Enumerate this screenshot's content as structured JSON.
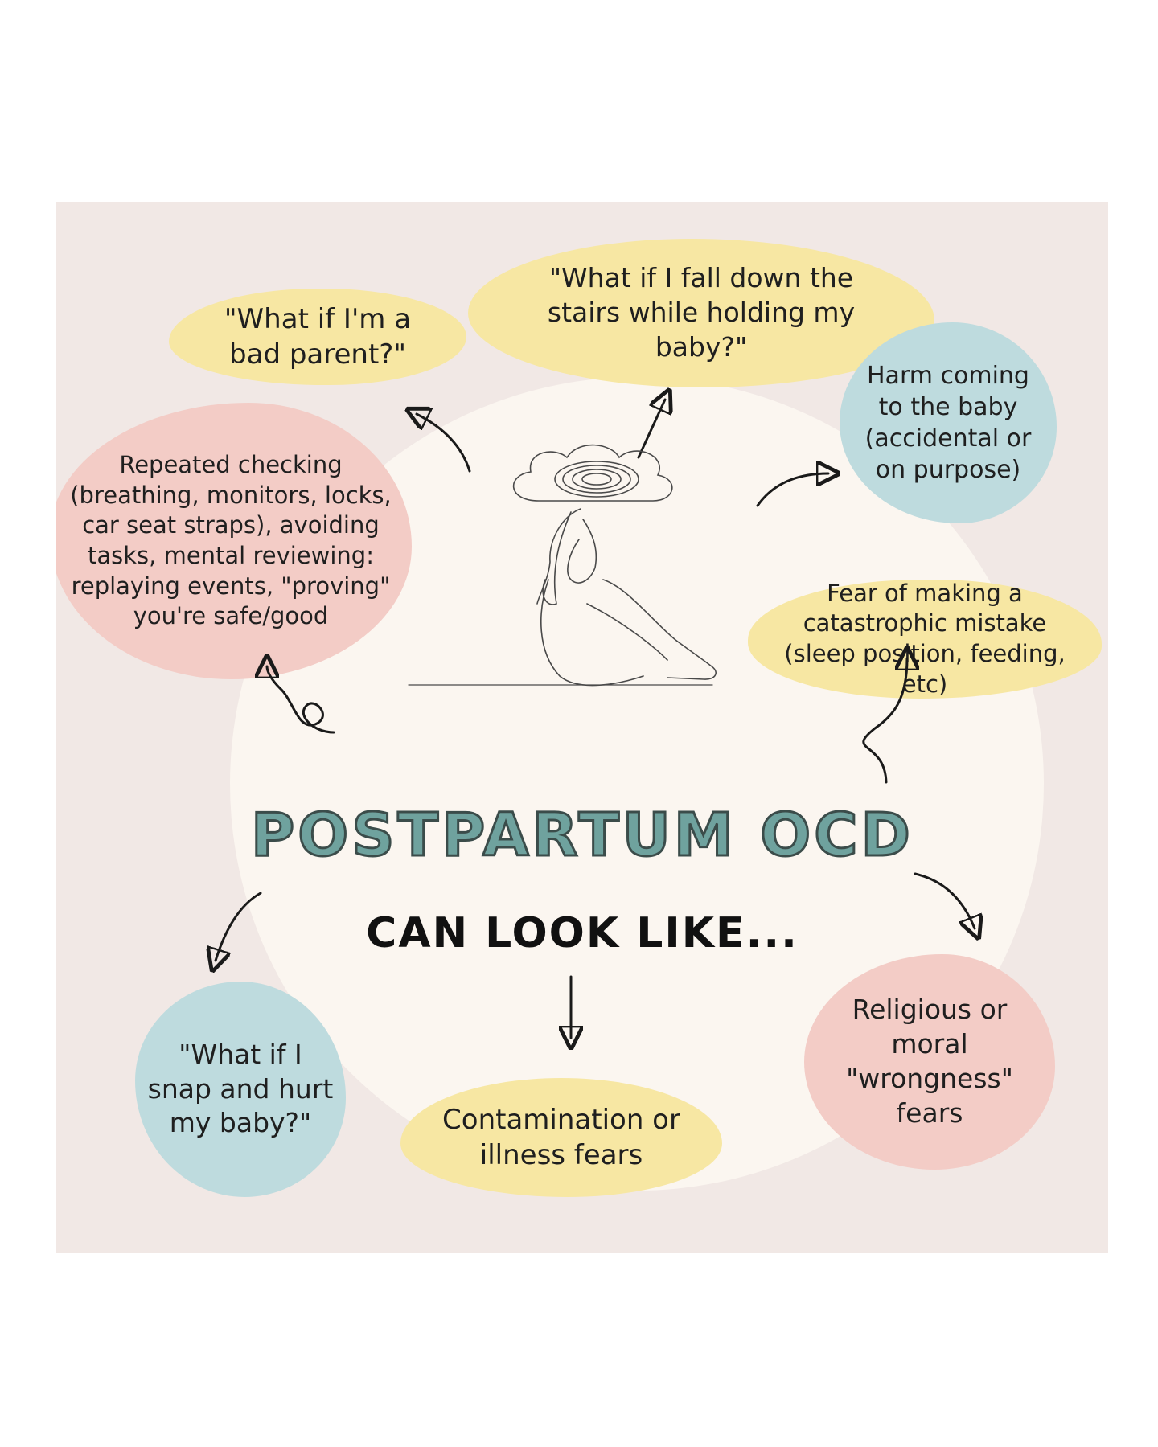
{
  "diagram": {
    "title": "POSTPARTUM OCD",
    "subtitle": "CAN LOOK LIKE...",
    "items": {
      "bad_parent": "\"What if I'm a bad parent?\"",
      "stairs": "\"What if I fall down the stairs while holding my baby?\"",
      "harm": "Harm coming to the baby (accidental or on purpose)",
      "mistake": "Fear of making a catastrophic mistake (sleep position, feeding, etc)",
      "checking": "Repeated checking (breathing, monitors, locks, car seat straps), avoiding tasks, mental reviewing: replaying events, \"proving\" you're safe/good",
      "snap": "\"What if I snap and hurt my baby?\"",
      "contamination": "Contamination or illness fears",
      "religious": "Religious or moral \"wrongness\" fears"
    },
    "colors": {
      "yellow": "#f7e7a3",
      "blue": "#bedbde",
      "pink": "#f3ccc6",
      "title": "#6fa29e",
      "background": "#f1e8e5"
    },
    "icons": [
      "arrow-icon",
      "sad-person-illustration",
      "scribble-cloud-icon"
    ]
  }
}
